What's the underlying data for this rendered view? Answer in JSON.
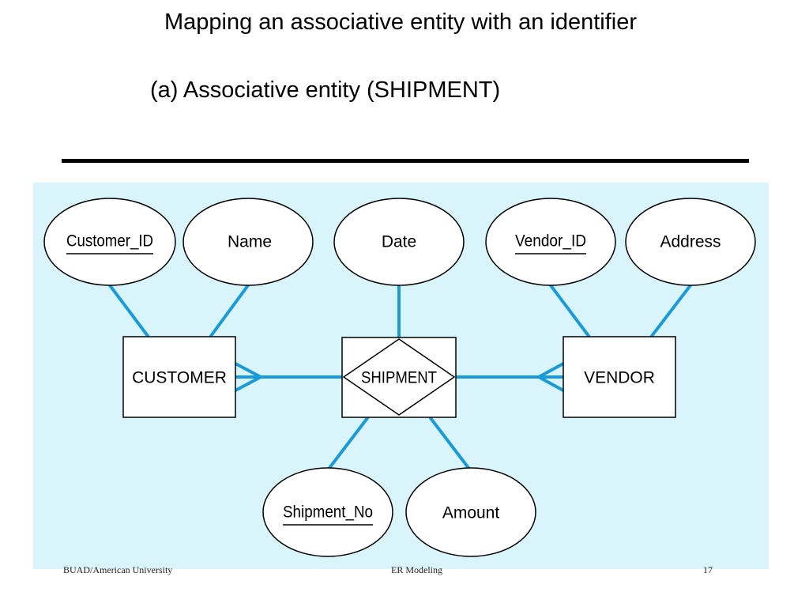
{
  "title": "Mapping an associative entity with an identifier",
  "subtitle": "(a) Associative entity (SHIPMENT)",
  "diagram": {
    "attributes": {
      "customer_id": "Customer_ID",
      "name": "Name",
      "date": "Date",
      "vendor_id": "Vendor_ID",
      "address": "Address",
      "shipment_no": "Shipment_No",
      "amount": "Amount"
    },
    "entities": {
      "customer": "CUSTOMER",
      "vendor": "VENDOR"
    },
    "associative_entity": "SHIPMENT"
  },
  "colors": {
    "panel_background": "#d9f4fb",
    "connector": "#1a9bd7"
  },
  "footer": {
    "left": "BUAD/American University",
    "center": "ER Modeling",
    "right": "17"
  }
}
